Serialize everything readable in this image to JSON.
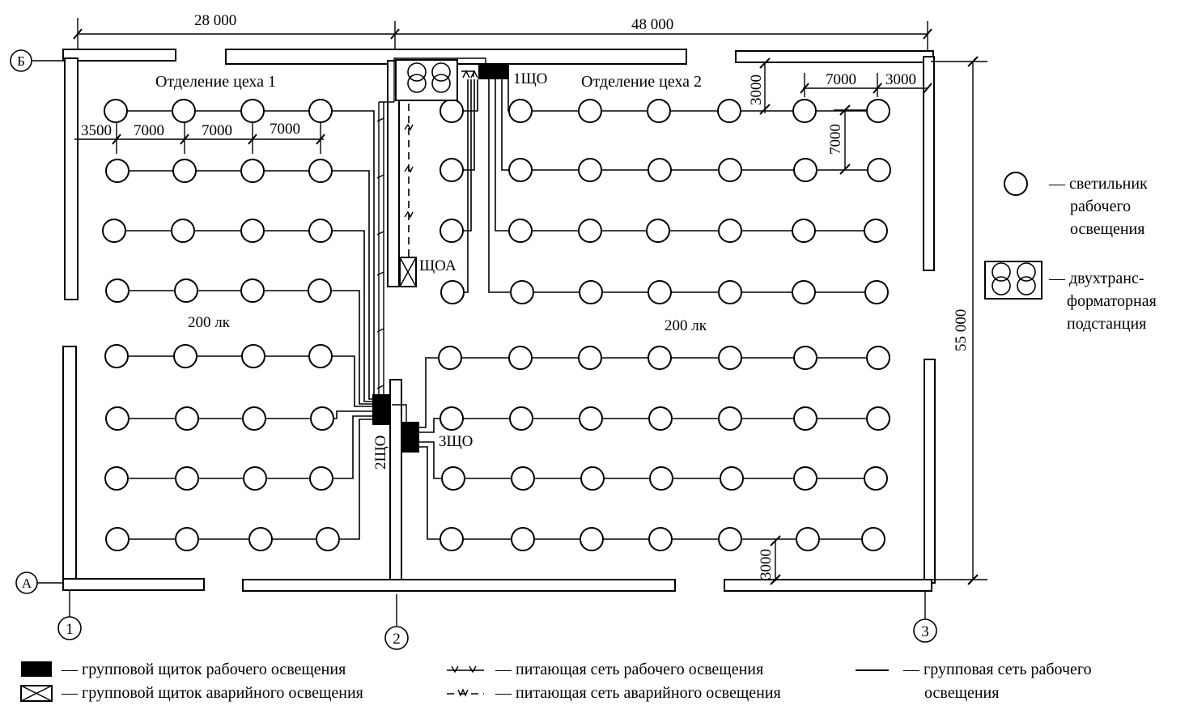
{
  "dimensions": {
    "width_left": "28 000",
    "width_right": "48 000",
    "height_total": "55 000",
    "lamp_pitch": "7000",
    "edge_offset_left": "3500",
    "edge_offset_right": "3000",
    "edge_offset_top": "3000",
    "edge_offset_bottom": "3000"
  },
  "axes": {
    "row_top": "Б",
    "row_bottom": "А",
    "col_left": "1",
    "col_mid": "2",
    "col_right": "3"
  },
  "rooms": {
    "left": {
      "name": "Отделение цеха 1",
      "illuminance": "200 лк"
    },
    "right": {
      "name": "Отделение цеха 2",
      "illuminance": "200 лк"
    }
  },
  "panels": {
    "p1": "1ЩО",
    "p2": "2ЩО",
    "p3": "3ЩО",
    "emergency": "ЩОА"
  },
  "legend_right": {
    "luminaire": [
      "— светильник",
      "рабочего",
      "освещения"
    ],
    "substation": [
      "— двухтранс-",
      "форматорная",
      "подстанция"
    ]
  },
  "legend_bottom": {
    "group_panel_work": "— групповой щиток рабочего освещения",
    "group_panel_emergency": "— групповой щиток аварийного освещения",
    "feed_net_work": "— питающая сеть рабочего освещения",
    "feed_net_emergency": "— питающая сеть аварийного освещения",
    "group_net_work": [
      "— групповая сеть рабочего",
      "освещения"
    ]
  }
}
